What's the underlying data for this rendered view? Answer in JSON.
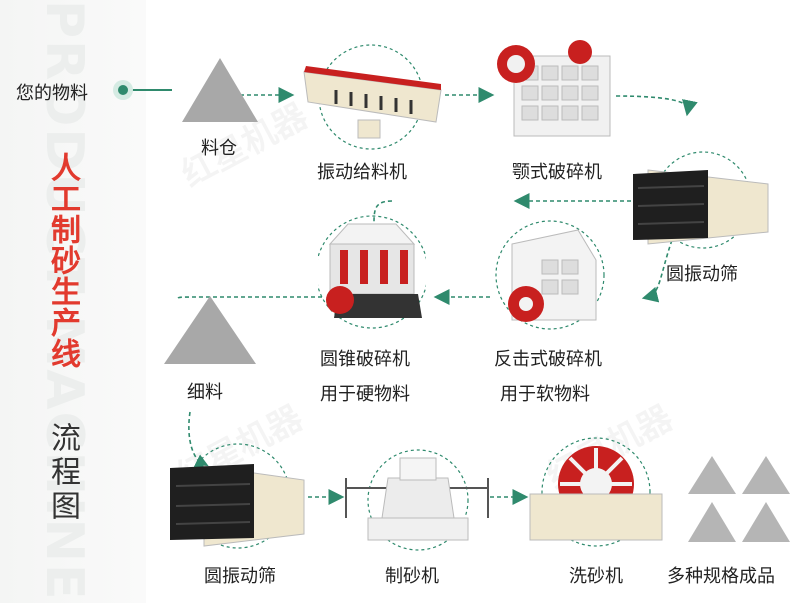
{
  "sidebar": {
    "watermark": "PRODUCT MACHINE",
    "title": "人工制砂生产线",
    "subtitle": "流程图",
    "input_label": "您的物料"
  },
  "watermark_text": "红星机器",
  "colors": {
    "accent_green": "#2f8a6d",
    "title_red": "#e23a2e",
    "machine_red": "#c8201f",
    "machine_beige": "#efe7cf"
  },
  "steps": {
    "hopper": "料仓",
    "feeder": "振动给料机",
    "jaw": "颚式破碎机",
    "screen1": "圆振动筛",
    "impact": "反击式破碎机",
    "impact_note": "用于软物料",
    "cone": "圆锥破碎机",
    "cone_note": "用于硬物料",
    "fine": "细料",
    "screen2": "圆振动筛",
    "sandmaker": "制砂机",
    "washer": "洗砂机",
    "products": "多种规格成品"
  }
}
